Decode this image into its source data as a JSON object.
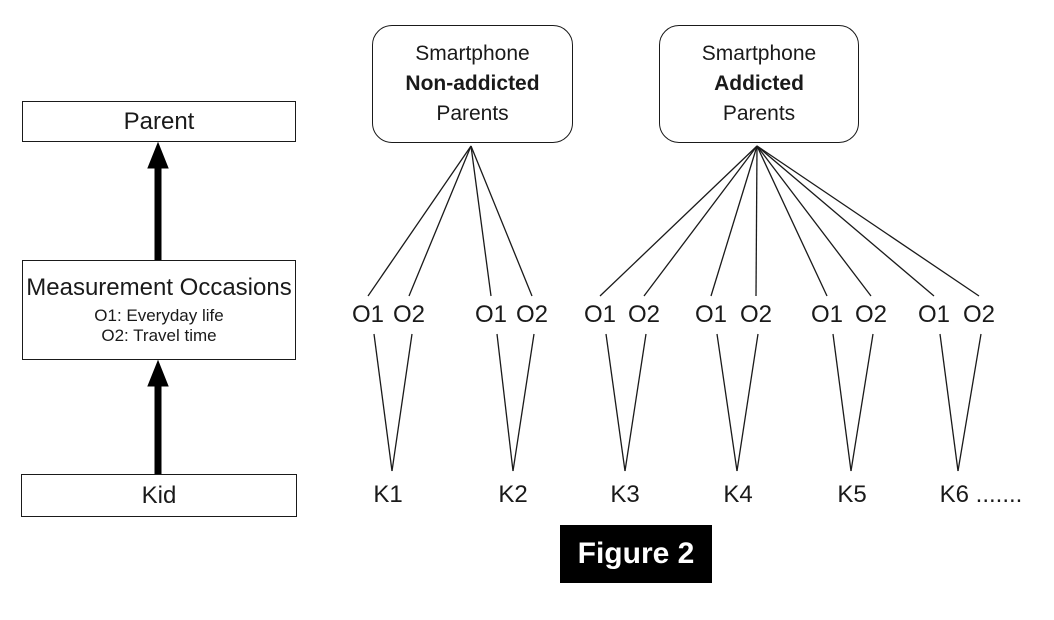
{
  "caption": {
    "text": "Figure 2"
  },
  "left_flow": {
    "parent_label": "Parent",
    "measurement_title": "Measurement Occasions",
    "measurement_o1": "O1: Everyday life",
    "measurement_o2": "O2: Travel time",
    "kid_label": "Kid"
  },
  "parent_groups": [
    {
      "line1": "Smartphone",
      "emphasis": "Non-addicted",
      "line3": "Parents"
    },
    {
      "line1": "Smartphone",
      "emphasis": "Addicted",
      "line3": "Parents"
    }
  ],
  "occasion_labels": {
    "o1": "O1",
    "o2": "O2"
  },
  "kid_labels": [
    "K1",
    "K2",
    "K3",
    "K4",
    "K5",
    "K6 ......."
  ],
  "colors": {
    "line": "#1a1a1a",
    "text": "#1a1a1a",
    "background": "#ffffff",
    "caption_bg": "#000000",
    "caption_text": "#ffffff"
  }
}
